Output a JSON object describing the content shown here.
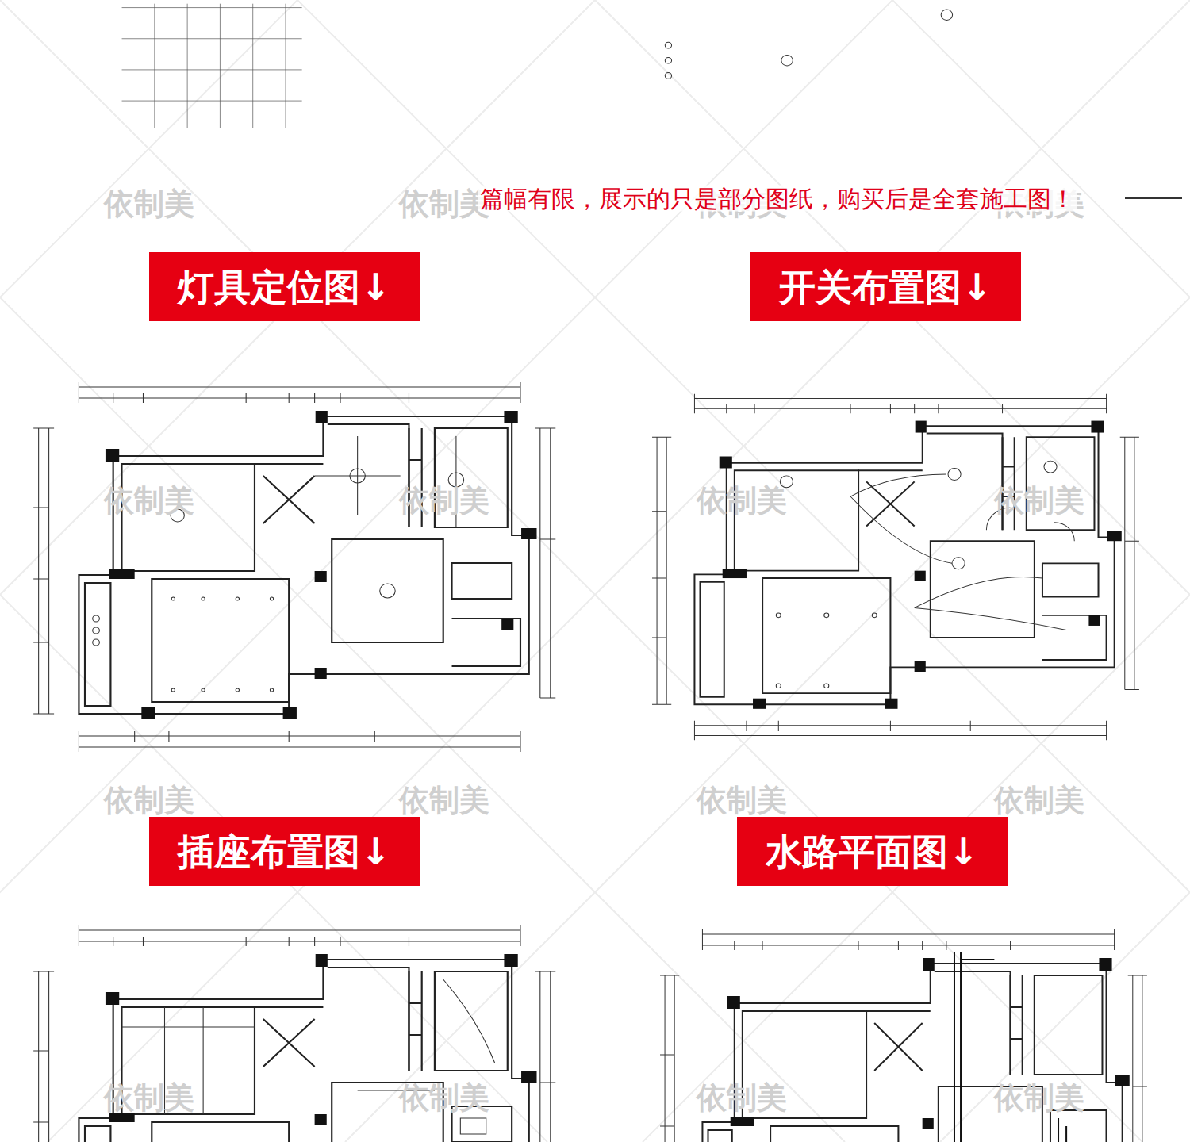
{
  "diagram": {
    "nodes": [
      {
        "text": [
          "灯具定位图↓"
        ]
      },
      {
        "text": [
          "开关布置图↓"
        ]
      },
      {
        "text": [
          "插座布置图↓"
        ]
      },
      {
        "text": [
          "水路平面图↓"
        ]
      }
    ],
    "labels": [
      "依制美",
      "依制美",
      "篇幅有限，展示的只是部分图纸，购买后是全套施工图！",
      "依制美",
      "依制美",
      "依制美",
      "依制美",
      "依制美",
      "依制美",
      "依制美",
      "依制美",
      "依制美",
      "依制美",
      "依制美",
      "依制美",
      "依制美",
      "依制美"
    ]
  }
}
